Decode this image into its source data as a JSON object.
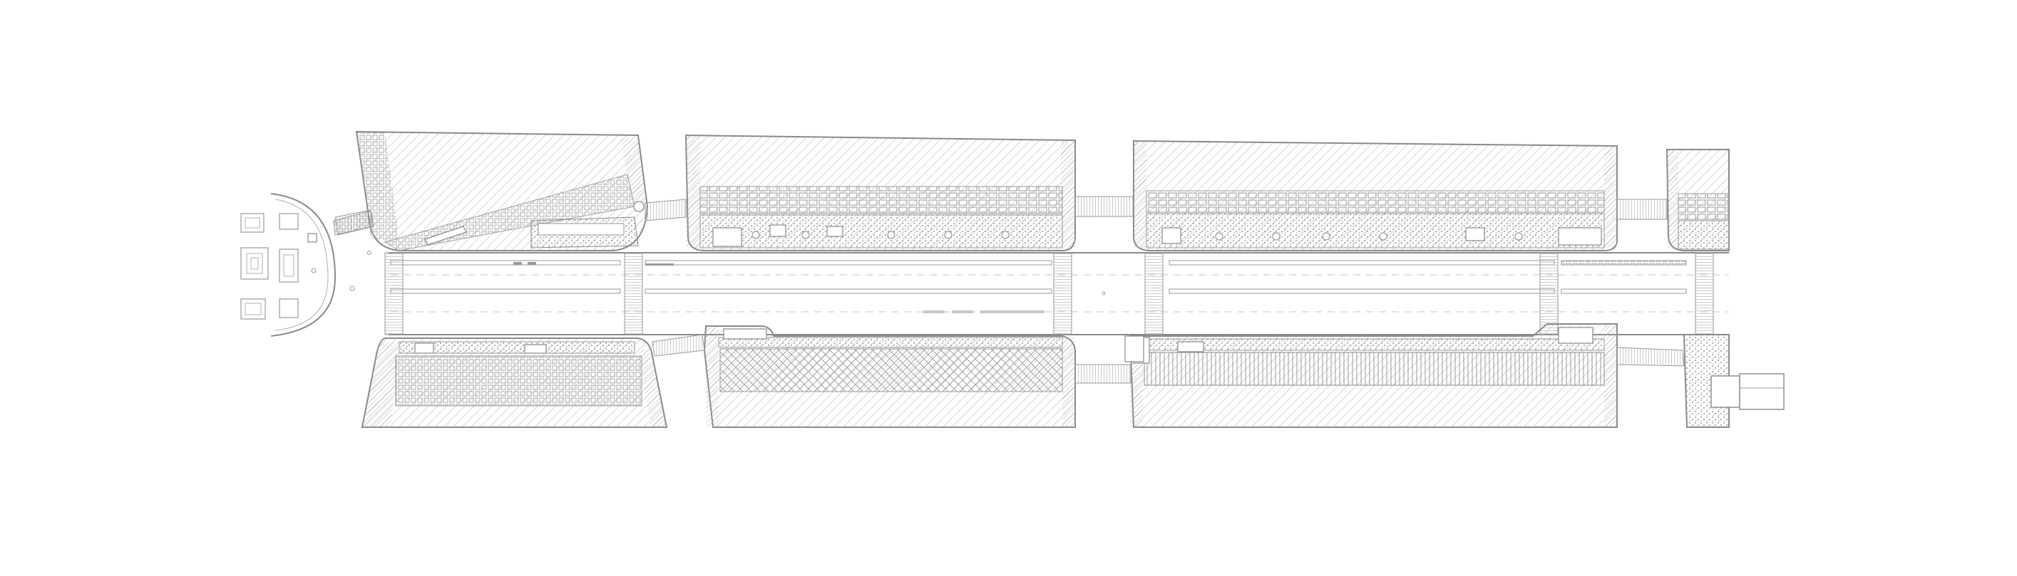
{
  "drawing": {
    "type": "street-plan",
    "background": "#ffffff",
    "line_color": "#8a8a8a",
    "hatch_color": "#b8b8b8",
    "dark_line": "#6a6a6a",
    "blocks_north": 4,
    "blocks_south": 4,
    "labels": []
  }
}
